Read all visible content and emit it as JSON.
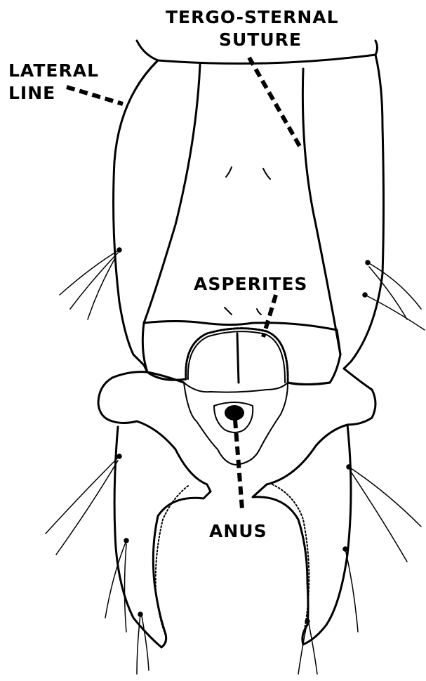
{
  "labels": {
    "tergo_sternal_1": "TERGO-STERNAL",
    "tergo_sternal_2": "SUTURE",
    "lateral_1": "LATERAL",
    "lateral_2": "LINE",
    "asperites": "ASPERITES",
    "anus": "ANUS"
  }
}
